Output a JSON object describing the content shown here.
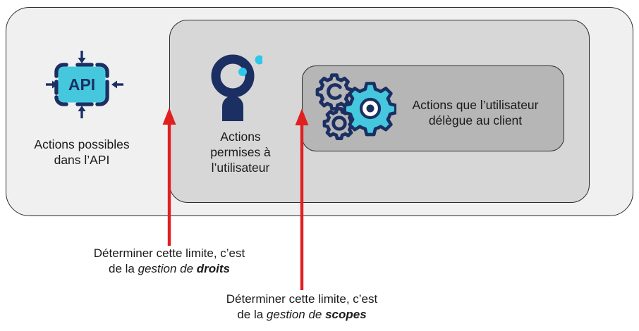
{
  "colors": {
    "outer_fill": "#f0f0f0",
    "middle_fill": "#d7d7d7",
    "inner_fill": "#b6b6b6",
    "box_stroke": "#2b2b2b",
    "accent_cyan": "#45c8de",
    "accent_navy": "#1b2f63",
    "arrow_red": "#e02020",
    "text": "#1a1a1a"
  },
  "boxes": {
    "outer": {
      "label": "Actions possibles\ndans l’API",
      "icon": "api-icon"
    },
    "middle": {
      "label": "Actions\npermises à\nl’utilisateur",
      "icon": "user-icon"
    },
    "inner": {
      "label": "Actions que l’utilisateur\ndélègue au client",
      "icon": "gears-icon"
    }
  },
  "icons": {
    "api": {
      "name": "api-icon",
      "text": "API"
    },
    "user": {
      "name": "user-person-icon"
    },
    "gears": {
      "name": "gears-icon"
    }
  },
  "annotations": [
    {
      "name": "annotation-droits",
      "line1": "Déterminer cette limite, c’est",
      "line2_plain": "de la ",
      "line2_italic": "gestion de ",
      "line2_bold": "droits",
      "arrow": "arrow-droits"
    },
    {
      "name": "annotation-scopes",
      "line1": "Déterminer cette limite, c’est",
      "line2_plain": "de la ",
      "line2_italic": "gestion de ",
      "line2_bold": "scopes",
      "arrow": "arrow-scopes"
    }
  ]
}
